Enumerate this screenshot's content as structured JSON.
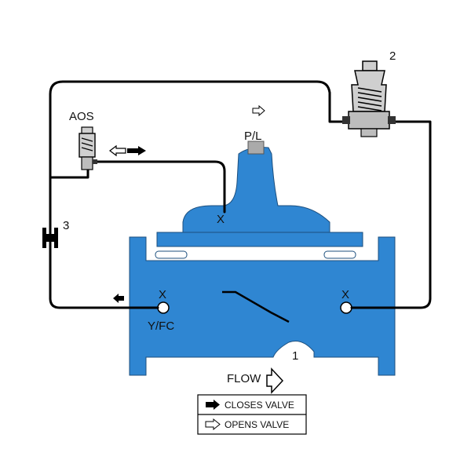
{
  "labels": {
    "aos": "AOS",
    "pilot_number": "2",
    "valve_number": "1",
    "cock_number": "3",
    "pl": "P/L",
    "yfc": "Y/FC",
    "x_cover": "X",
    "x_inlet": "X",
    "x_outlet": "X",
    "flow": "FLOW"
  },
  "legend": {
    "closes": "CLOSES VALVE",
    "opens": "OPENS VALVE"
  },
  "colors": {
    "valve_body": "#2f86d2",
    "valve_outline": "#1c4f7e",
    "pipe": "#000000",
    "pilot_body": "#cfcfcf"
  }
}
